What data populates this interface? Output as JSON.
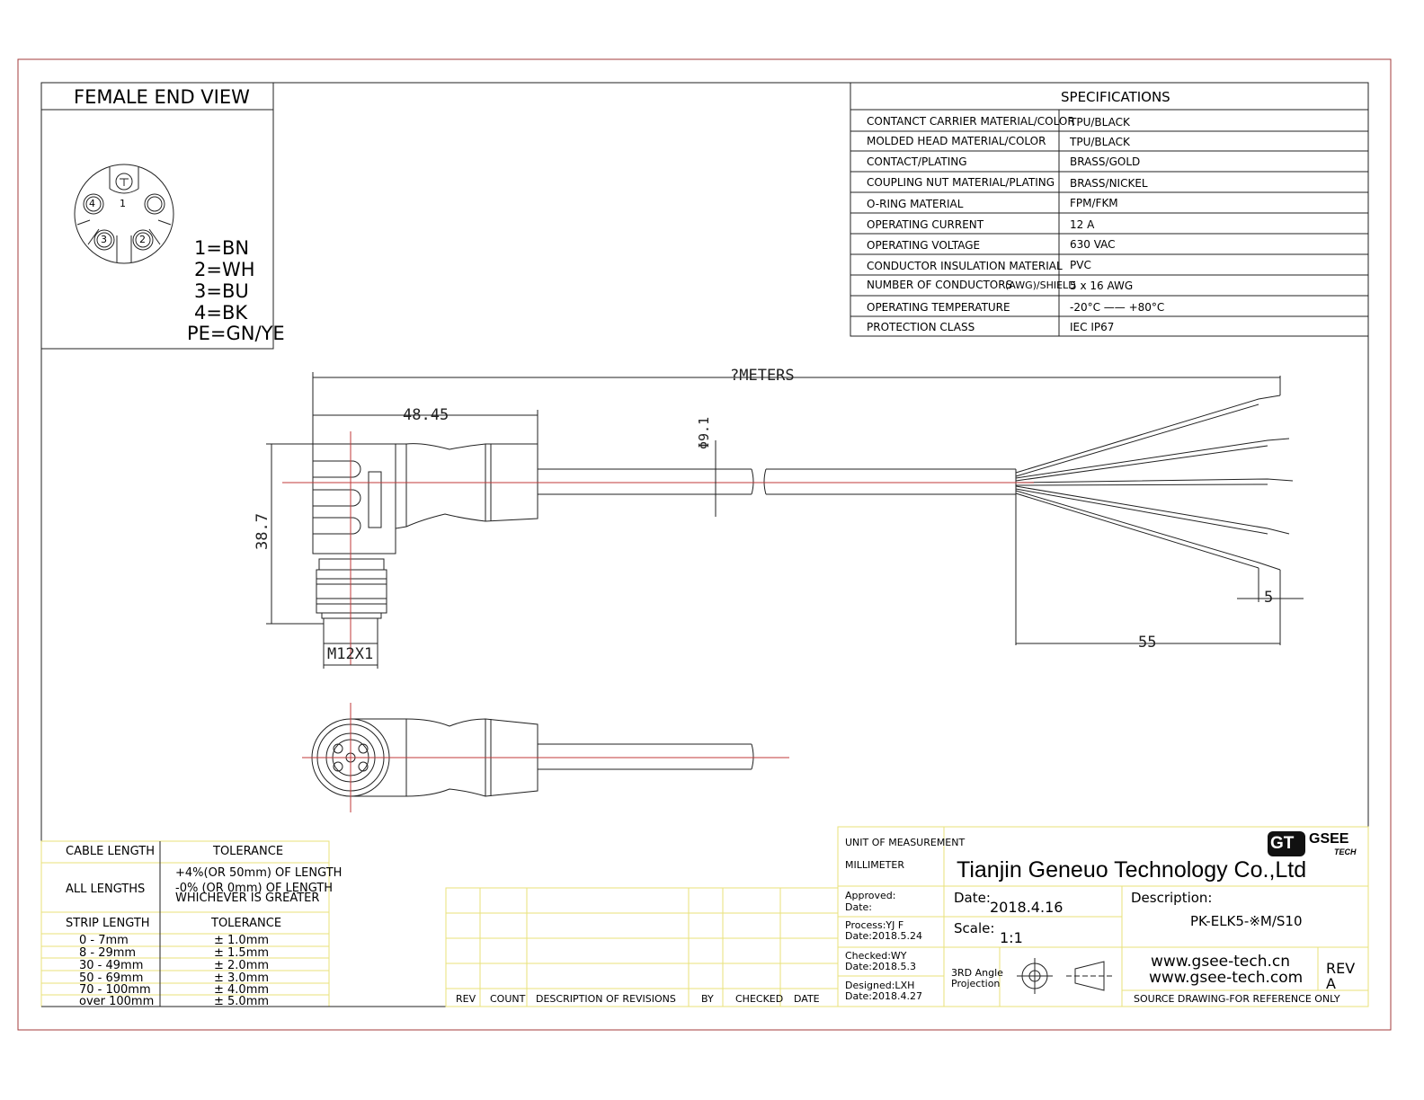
{
  "female_end_view": {
    "title": "FEMALE END VIEW",
    "pins": [
      "1",
      "2",
      "3",
      "4"
    ],
    "pin_map": [
      "1=BN",
      "2=WH",
      "3=BU",
      "4=BK",
      "PE=GN/YE"
    ]
  },
  "specifications": {
    "title": "SPECIFICATIONS",
    "rows": [
      {
        "label": "CONTANCT CARRIER MATERIAL/COLOR",
        "value": "TPU/BLACK"
      },
      {
        "label": "MOLDED HEAD MATERIAL/COLOR",
        "value": "TPU/BLACK"
      },
      {
        "label": "CONTACT/PLATING",
        "value": "BRASS/GOLD"
      },
      {
        "label": "COUPLING NUT MATERIAL/PLATING",
        "value": "BRASS/NICKEL"
      },
      {
        "label": "O-RING MATERIAL",
        "value": "FPM/FKM"
      },
      {
        "label": "OPERATING CURRENT",
        "value": "12 A"
      },
      {
        "label": "OPERATING VOLTAGE",
        "value": "630 VAC"
      },
      {
        "label": "CONDUCTOR INSULATION MATERIAL",
        "value": "PVC"
      },
      {
        "label": "NUMBER OF CONDUCTORS",
        "label_note": "(AWG)/SHIELD",
        "value": "5 x 16 AWG"
      },
      {
        "label": "OPERATING TEMPERATURE",
        "value": "-20°C —— +80°C"
      },
      {
        "label": "PROTECTION CLASS",
        "value": "IEC  IP67"
      }
    ]
  },
  "dimensions": {
    "overall": "?METERS",
    "head_length": "48.45",
    "cable_dia": "Φ9.1",
    "head_height": "38.7",
    "thread": "M12X1",
    "strip_length": "5",
    "jacket_strip": "55"
  },
  "cable_tolerance": {
    "header": [
      "CABLE LENGTH",
      "TOLERANCE"
    ],
    "row_label": "ALL LENGTHS",
    "row_lines": [
      "+4%(OR 50mm) OF LENGTH",
      "-0%  (OR 0mm)   OF LENGTH",
      "WHICHEVER  IS  GREATER"
    ]
  },
  "strip_tolerance": {
    "header": [
      "STRIP LENGTH",
      "TOLERANCE"
    ],
    "rows": [
      {
        "range": "0 - 7mm",
        "tol": "± 1.0mm"
      },
      {
        "range": "8 - 29mm",
        "tol": "± 1.5mm"
      },
      {
        "range": "30 - 49mm",
        "tol": "± 2.0mm"
      },
      {
        "range": "50 - 69mm",
        "tol": "± 3.0mm"
      },
      {
        "range": "70 - 100mm",
        "tol": "± 4.0mm"
      },
      {
        "range": "over 100mm",
        "tol": "± 5.0mm"
      }
    ]
  },
  "revisions": {
    "headers": [
      "REV",
      "COUNT",
      "DESCRIPTION  OF  REVISIONS",
      "BY",
      "CHECKED",
      "DATE"
    ]
  },
  "title_block": {
    "uom_label": "UNIT OF MEASUREMENT",
    "uom_value": "MILLIMETER",
    "company": "Tianjin Geneuo Technology Co.,Ltd",
    "logo_mark": "GT",
    "logo_name": "GSEE",
    "logo_sub": "TECH",
    "approved": "Approved:",
    "approved_date": "Date:",
    "process": "Process:YJ F",
    "process_date": "Date:2018.5.24",
    "checked": "Checked:WY",
    "checked_date": "Date:2018.5.3",
    "designed": "Designed:LXH",
    "designed_date": "Date:2018.4.27",
    "date_label": "Date:",
    "date_value": "2018.4.16",
    "scale_label": "Scale:",
    "scale_value": "1:1",
    "projection_1": "3RD Angle",
    "projection_2": "Projection",
    "description_label": "Description:",
    "description_value": "PK-ELK5-※M/S10",
    "web_1": "www.gsee-tech.cn",
    "web_2": "www.gsee-tech.com",
    "rev_label": "REV",
    "rev_value": "A",
    "source_note": "SOURCE DRAWING-FOR REFERENCE ONLY"
  },
  "colors": {
    "frame": "#a33b3b",
    "title_block": "#e8e27a",
    "centerline": "#c23a3a",
    "line": "#222222"
  }
}
